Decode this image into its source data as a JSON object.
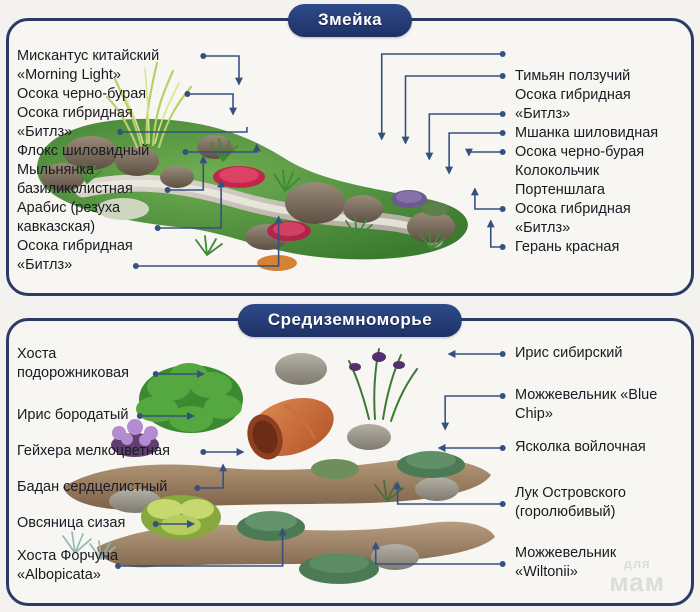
{
  "panels": [
    {
      "id": "snake",
      "title": "Змейка",
      "left_labels": [
        "Мискантус китайский\n«Morning Light»",
        "Осока черно-бурая",
        "Осока гибридная\n«Битлз»",
        "Флокс шиловидный",
        "Мыльнянка\nбазиликолистная",
        "Арабис (резуха\nкавказская)",
        "Осока гибридная\n«Битлз»"
      ],
      "right_labels": [
        "Тимьян ползучий",
        "Осока гибридная\n«Битлз»",
        "Мшанка шиловидная",
        "Осока черно-бурая",
        "Колокольчик\nПортеншлага",
        "Осока гибридная\n«Битлз»",
        "Герань красная"
      ]
    },
    {
      "id": "mediterranean",
      "title": "Средиземноморье",
      "left_labels": [
        "Хоста\nподорожниковая",
        "Ирис бородатый",
        "Гейхера мелкоцветная",
        "Бадан сердцелистный",
        "Овсяница сизая",
        "Хоста Форчуна\n«Albopicata»"
      ],
      "right_labels": [
        "Ирис сибирский",
        "Можжевельник «Blue\nChip»",
        "Ясколка войлочная",
        "Лук Островского\n(горолюбивый)",
        "Можжевельник\n«Wiltonii»"
      ]
    }
  ],
  "watermark": {
    "line1": "для",
    "line2": "мам"
  },
  "colors": {
    "border": "#2b3b66",
    "badge": "#27407b",
    "leader": "#36507f",
    "page_background": "#f3f2ee",
    "panel_background": "#f7f6f2",
    "text": "#1a1a22",
    "watermark": "#dcdcdc"
  }
}
